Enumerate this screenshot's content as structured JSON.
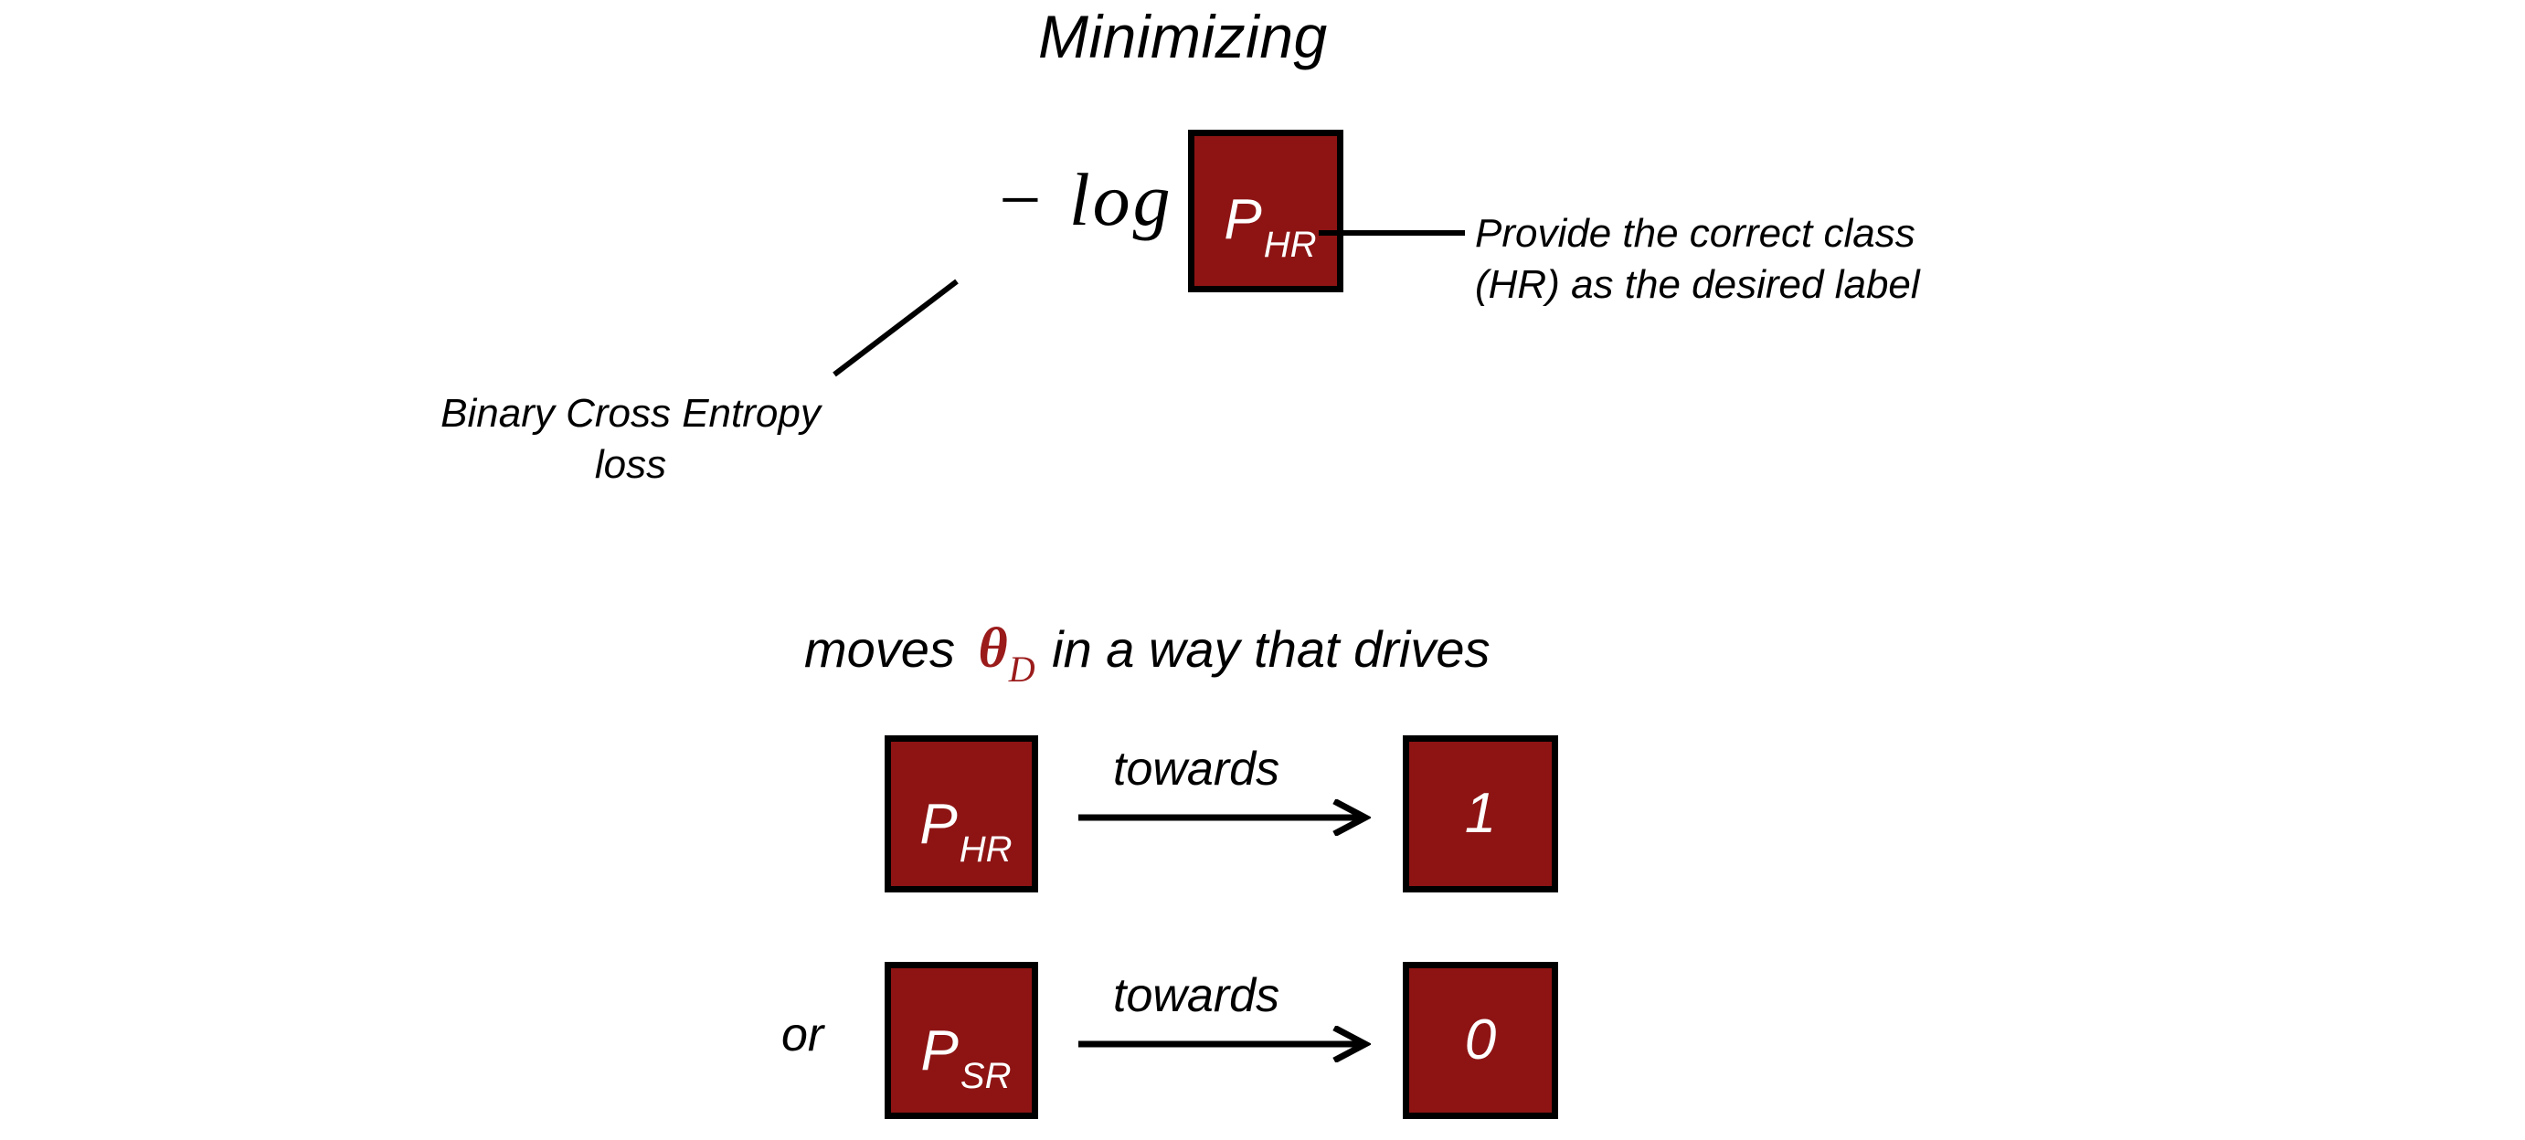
{
  "slide": {
    "background_color": "#FFFFFF",
    "box_fill_color": "#8E1414",
    "box_border_color": "#000000",
    "box_text_color": "#FFFFFF",
    "theta_color": "#9B1B1B",
    "text_color": "#000000"
  },
  "title": "Minimizing",
  "formula": {
    "neg_log": "− log",
    "probability_box": {
      "base": "P",
      "subscript": "HR"
    }
  },
  "callouts": {
    "right": {
      "line1": "Provide the correct class",
      "line2": "(HR) as the desired label"
    },
    "left": {
      "line1": "Binary Cross Entropy",
      "line2": "loss"
    }
  },
  "middle_sentence": {
    "before": "moves ",
    "theta": "θ",
    "theta_subscript": "D",
    "after": " in a way that drives"
  },
  "transitions": [
    {
      "prefix": "",
      "source": {
        "base": "P",
        "subscript": "HR"
      },
      "arrow_label": "towards",
      "target": "1"
    },
    {
      "prefix": "or",
      "source": {
        "base": "P",
        "subscript": "SR"
      },
      "arrow_label": "towards",
      "target": "0"
    }
  ]
}
